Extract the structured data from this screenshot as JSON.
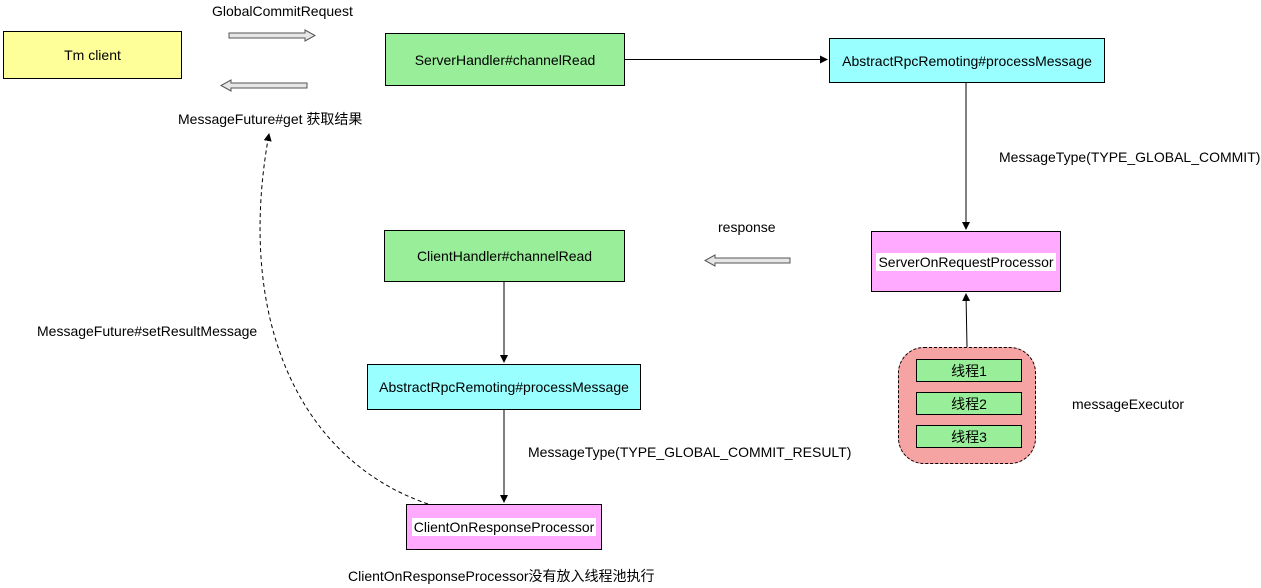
{
  "nodes": {
    "tm_client": "Tm client",
    "server_handler": "ServerHandler#channelRead",
    "abstract_rpc_server": "AbstractRpcRemoting#processMessage",
    "server_on_request": "ServerOnRequestProcessor",
    "client_handler": "ClientHandler#channelRead",
    "abstract_rpc_client": "AbstractRpcRemoting#processMessage",
    "client_on_response": "ClientOnResponseProcessor"
  },
  "thread_pool": {
    "threads": [
      "线程1",
      "线程2",
      "线程3"
    ],
    "label": "messageExecutor"
  },
  "labels": {
    "global_commit_request": "GlobalCommitRequest",
    "message_future_get": "MessageFuture#get 获取结果",
    "message_type_commit": "MessageType(TYPE_GLOBAL_COMMIT)",
    "response": "response",
    "set_result_message": "MessageFuture#setResultMessage",
    "message_type_commit_result": "MessageType(TYPE_GLOBAL_COMMIT_RESULT)",
    "note_no_thread_pool": "ClientOnResponseProcessor没有放入线程池执行"
  },
  "colors": {
    "yellow": "#ffff99",
    "green": "#99ee99",
    "cyan": "#99ffff",
    "pink": "#ffaaff",
    "pool": "#f5a3a3"
  }
}
